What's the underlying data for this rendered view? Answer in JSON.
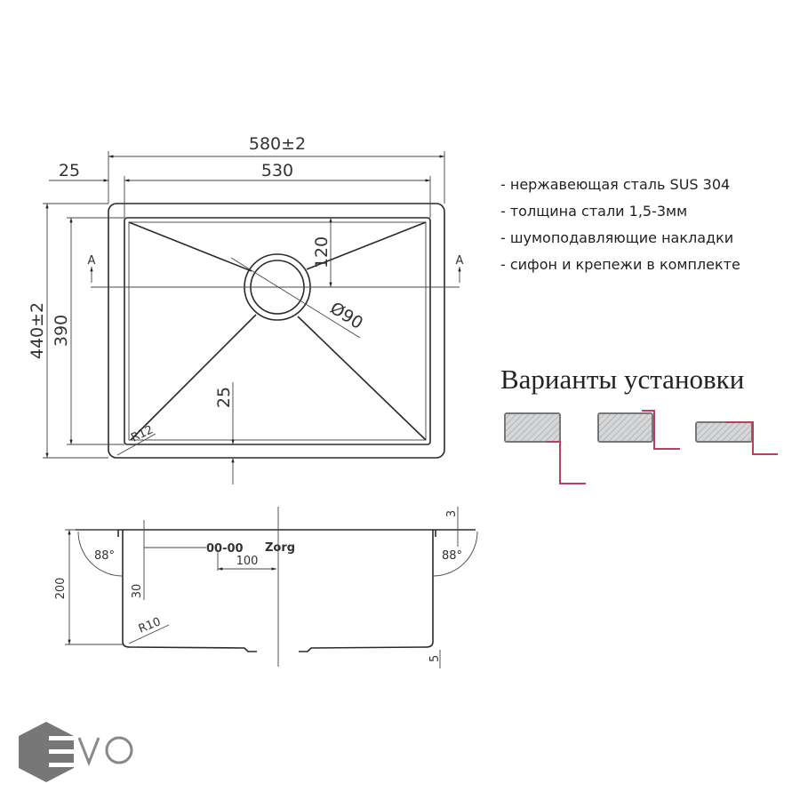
{
  "top_view": {
    "width_overall": "580±2",
    "width_bowl": "530",
    "flange": "25",
    "depth_overall": "440±2",
    "depth_bowl": "390",
    "drain_offset": "120",
    "drain_diameter": "Ø90",
    "bottom_margin": "25",
    "corner_radius": "R12",
    "section_label": "A"
  },
  "side_view": {
    "height": "200",
    "angle_left": "88°",
    "angle_right": "88°",
    "overflow_offset": "30",
    "overflow_distance": "100",
    "overflow_label": "00-00",
    "rim_thickness": "3",
    "bottom_radius": "R10",
    "bottom_step": "5",
    "logo_text": "Zorg"
  },
  "features": [
    "- нержавеющая сталь SUS 304",
    "- толщина стали 1,5-3мм",
    "- шумоподавляющие накладки",
    "- сифон и крепежи в комплекте"
  ],
  "install": {
    "heading": "Варианты установки",
    "accent_color": "#b8405a"
  },
  "brand": {
    "logo_text": "EVO"
  }
}
